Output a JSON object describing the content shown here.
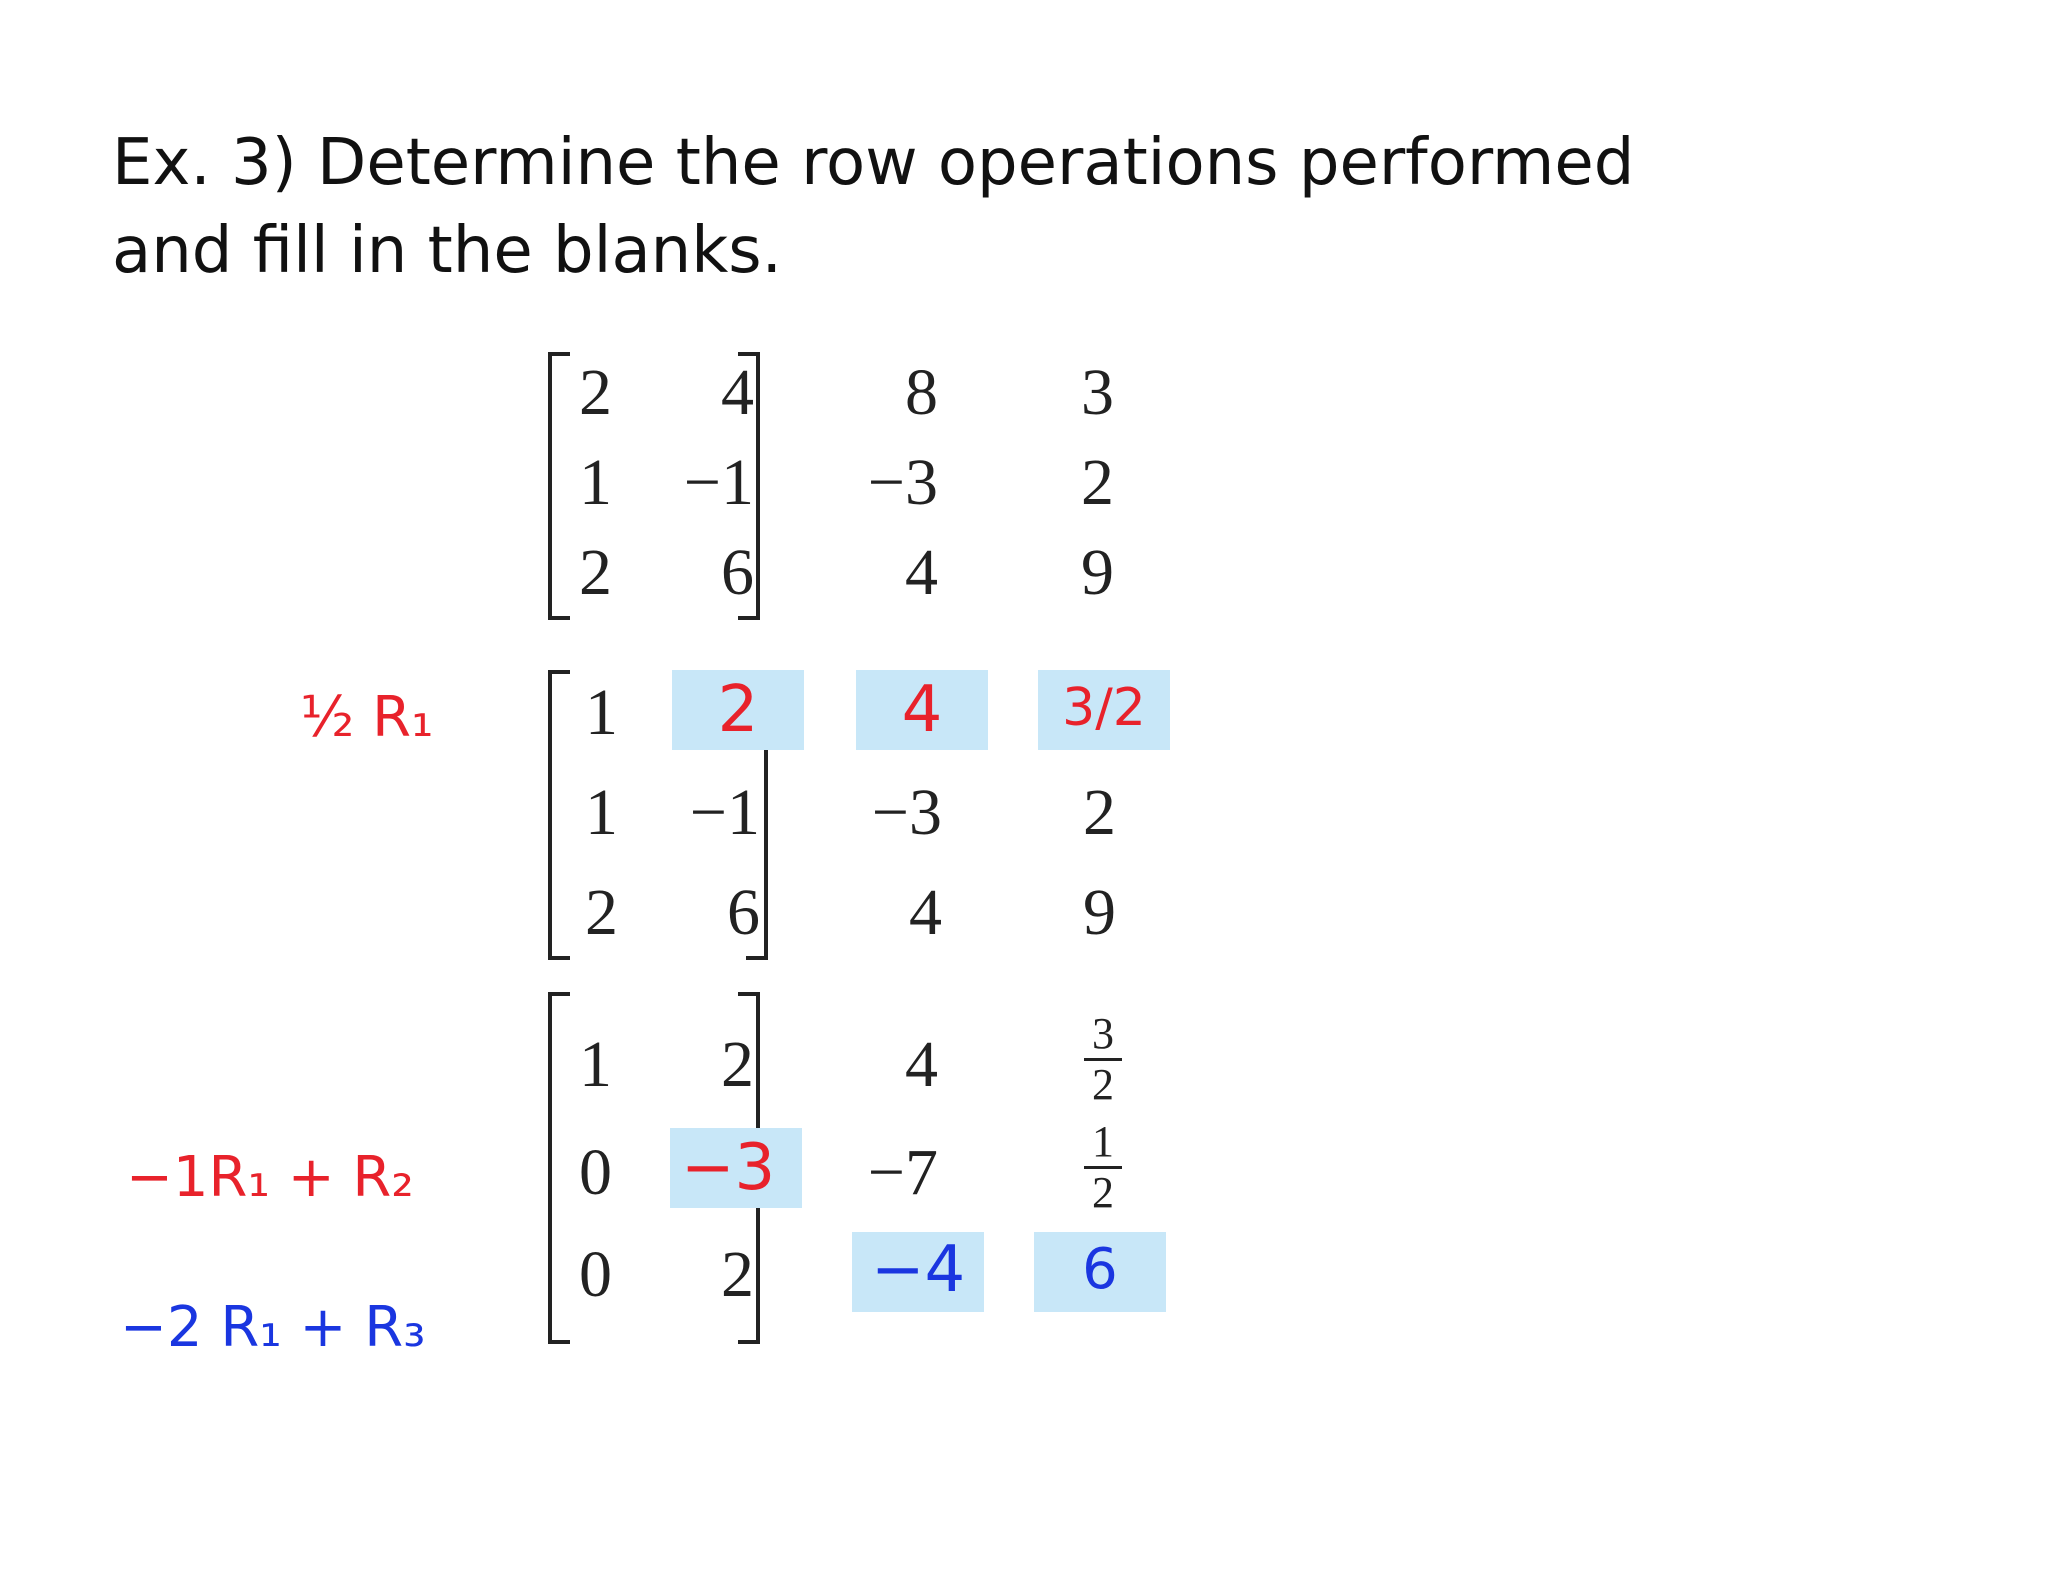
{
  "title": {
    "line1": "Ex. 3) Determine the row operations performed",
    "line2": "and fill in the blanks."
  },
  "matrix1": {
    "rows": [
      [
        "2",
        "4",
        "8",
        "3"
      ],
      [
        "1",
        "−1",
        "−3",
        "2"
      ],
      [
        "2",
        "6",
        "4",
        "9"
      ]
    ]
  },
  "matrix2": {
    "row_operation": "½ R₁",
    "blanks": [
      "2",
      "4",
      "3/2"
    ],
    "rows": [
      [
        "1",
        "",
        "",
        ""
      ],
      [
        "1",
        "−1",
        "−3",
        "2"
      ],
      [
        "2",
        "6",
        "4",
        "9"
      ]
    ]
  },
  "matrix3": {
    "row_operations": [
      "−1R₁ + R₂",
      "−2 R₁ + R₃"
    ],
    "blanks": [
      "−3",
      "−4",
      "6"
    ],
    "rows": [
      [
        "1",
        "2",
        "4",
        "3/2"
      ],
      [
        "0",
        "",
        "−7",
        "1/2"
      ],
      [
        "0",
        "2",
        "",
        ""
      ]
    ],
    "fractions": {
      "r1c4": {
        "num": "3",
        "den": "2"
      },
      "r2c4": {
        "num": "1",
        "den": "2"
      }
    }
  },
  "colors": {
    "highlight": "#c8e7f8",
    "red_ink": "#e8222b",
    "blue_ink": "#1a36e0"
  }
}
